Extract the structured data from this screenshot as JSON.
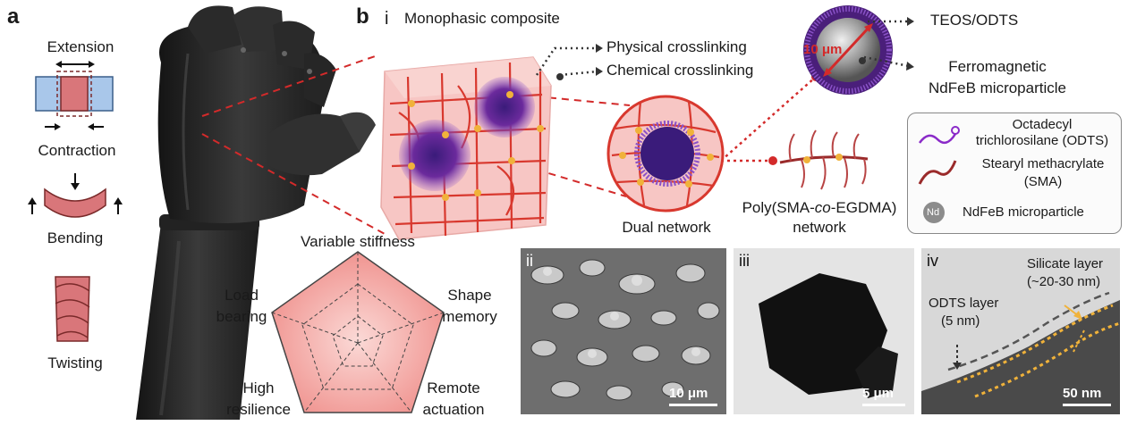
{
  "panels": {
    "a_letter": "a",
    "b_letter": "b",
    "sub_i": "i",
    "sub_ii": "ii",
    "sub_iii": "iii",
    "sub_iv": "iv"
  },
  "deformations": {
    "extension": "Extension",
    "contraction": "Contraction",
    "bending": "Bending",
    "twisting": "Twisting"
  },
  "composite": {
    "title": "Monophasic composite",
    "physical": "Physical crosslinking",
    "chemical": "Chemical crosslinking",
    "dual_network": "Dual network",
    "network_line1_a": "Poly(SMA-",
    "network_line1_b": "co",
    "network_line1_c": "-EGDMA)",
    "network_line2": "network"
  },
  "particle": {
    "size": "10 μm",
    "shell": "TEOS/ODTS",
    "core_line1": "Ferromagnetic",
    "core_line2": "NdFeB microparticle"
  },
  "legend": {
    "odts_line1": "Octadecyl",
    "odts_line2": "trichlorosilane (ODTS)",
    "sma_line1": "Stearyl methacrylate",
    "sma_line2": "(SMA)",
    "ndfeb": "NdFeB microparticle",
    "nd_symbol": "Nd"
  },
  "radar": {
    "top": "Variable stiffness",
    "right_line1": "Shape",
    "right_line2": "memory",
    "bottom_right_line1": "Remote",
    "bottom_right_line2": "actuation",
    "bottom_left_line1": "High",
    "bottom_left_line2": "resilience",
    "left_line1": "Load",
    "left_line2": "bearing"
  },
  "micrographs": {
    "sem_scale": "10 μm",
    "tem_scale": "5 μm",
    "hr_scale": "50 nm",
    "silicate_line1": "Silicate layer",
    "silicate_line2": "(~20-30 nm)",
    "odts_layer_line1": "ODTS layer",
    "odts_layer_line2": "(5 nm)"
  },
  "colors": {
    "network_red": "#d8382e",
    "matrix_pink": "#f7c6c4",
    "odts_purple": "#6b2a9c",
    "crosslink_yellow": "#f0b23a",
    "dashed_red": "#d32a2a",
    "deform_blue": "#a9c7ea",
    "deform_pink": "#d9767a"
  }
}
